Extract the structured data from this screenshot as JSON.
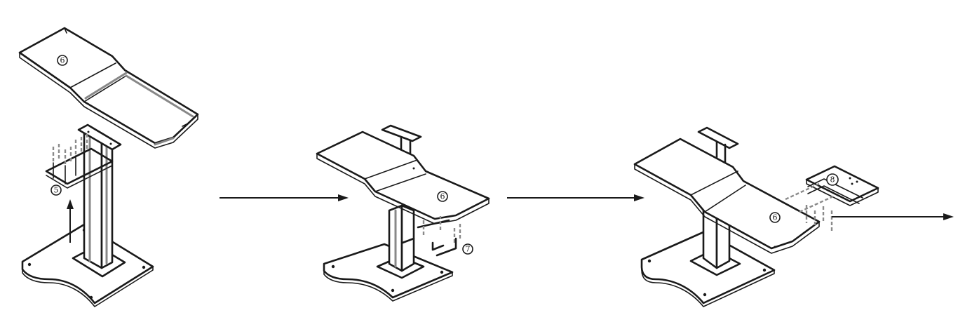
{
  "diagram": {
    "steps": [
      {
        "name": "step-1",
        "callouts": [
          "6",
          "5"
        ]
      },
      {
        "name": "step-2",
        "callouts": [
          "6",
          "7"
        ]
      },
      {
        "name": "step-3",
        "callouts": [
          "6",
          "8"
        ]
      }
    ],
    "colors": {
      "line": "#1a1a1a",
      "hardware": "#888888",
      "background": "#ffffff"
    }
  }
}
